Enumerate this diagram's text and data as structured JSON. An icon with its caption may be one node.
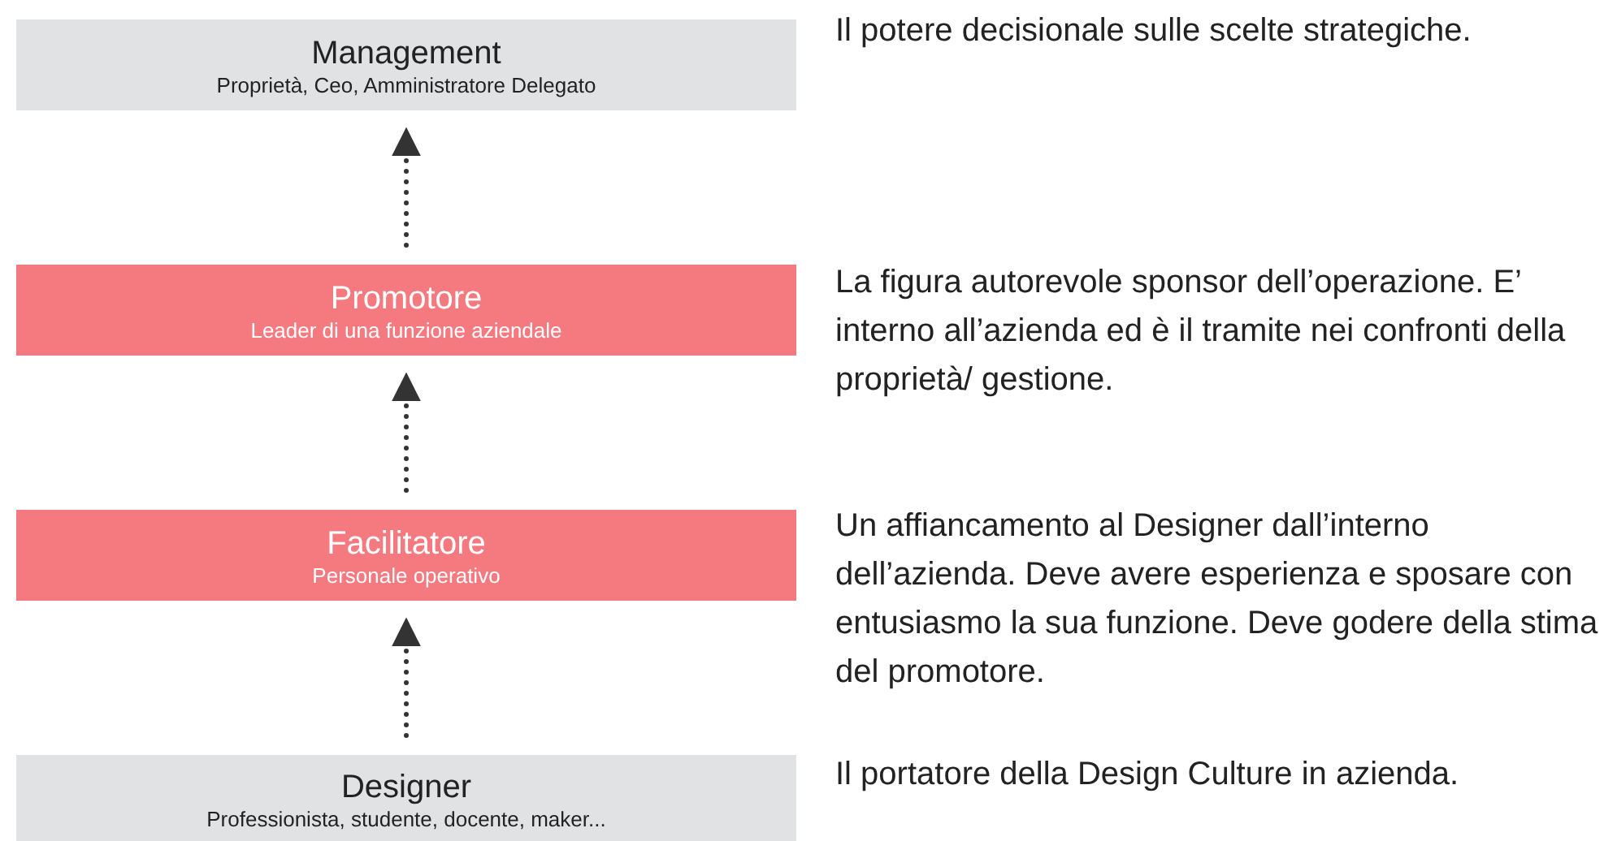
{
  "diagram": {
    "nodes": [
      {
        "text": [
          "Management",
          "Proprietà, Ceo, Amministratore Delegato"
        ],
        "beside": [
          "Il potere decisionale sulle scelte strategiche."
        ]
      },
      {
        "text": [
          "Promotore",
          "Leader di una funzione aziendale"
        ],
        "beside": [
          "La figura autorevole sponsor dell’operazione. E’ interno all’azienda ed è il tramite nei confronti della proprietà/ gestione."
        ]
      },
      {
        "text": [
          "Facilitatore",
          "Personale operativo"
        ],
        "beside": [
          "Un affiancamento al Designer dall’interno dell’azienda. Deve avere esperienza e sposare con entusiasmo la sua funzione. Deve godere della stima del promotore."
        ]
      },
      {
        "text": [
          "Designer",
          "Professionista, studente, docente, maker..."
        ],
        "beside": [
          "Il portatore della Design Culture in azienda."
        ]
      }
    ],
    "edges": [
      {
        "from": 1,
        "to": 0,
        "arrow": "to",
        "style": "dashed"
      },
      {
        "from": 2,
        "to": 1,
        "arrow": "to",
        "style": "dashed"
      },
      {
        "from": 3,
        "to": 2,
        "arrow": "to",
        "style": "dashed"
      }
    ]
  }
}
